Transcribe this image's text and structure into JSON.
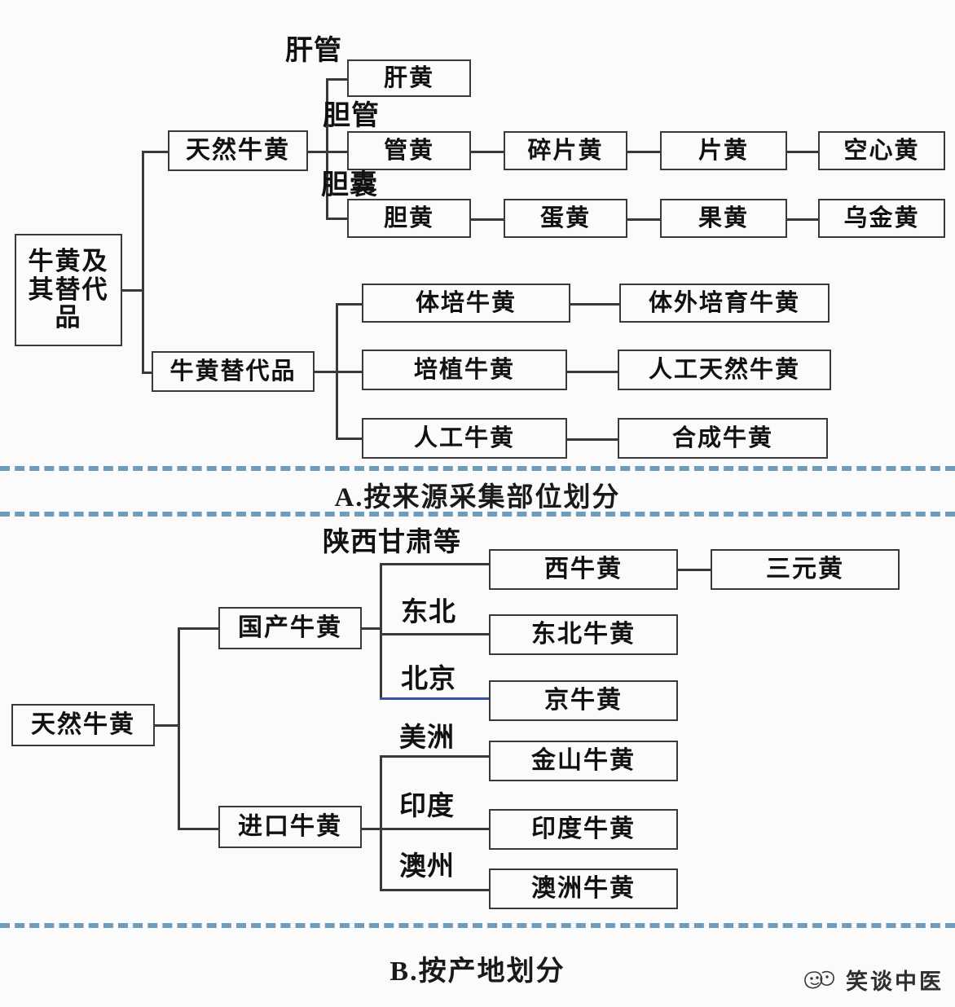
{
  "page": {
    "background_color": "#fbfbfb",
    "line_color": "#3a3a3c",
    "divider_color": "#6e9cbd",
    "accent_blue": "#3b4fa0"
  },
  "section_a": {
    "caption": "A.按来源采集部位划分",
    "root": {
      "label": "牛黄及\n其替代\n品"
    },
    "level1": [
      {
        "label": "天然牛黄"
      },
      {
        "label": "牛黄替代品"
      }
    ],
    "natural_branch_labels": [
      {
        "label": "肝管"
      },
      {
        "label": "胆管"
      },
      {
        "label": "胆囊"
      }
    ],
    "natural_rows": [
      {
        "level2": "肝黄",
        "chain": []
      },
      {
        "level2": "管黄",
        "chain": [
          "碎片黄",
          "片黄",
          "空心黄"
        ]
      },
      {
        "level2": "胆黄",
        "chain": [
          "蛋黄",
          "果黄",
          "乌金黄"
        ]
      }
    ],
    "substitute_rows": [
      {
        "level2": "体培牛黄",
        "level3": "体外培育牛黄"
      },
      {
        "level2": "培植牛黄",
        "level3": "人工天然牛黄"
      },
      {
        "level2": "人工牛黄",
        "level3": "合成牛黄"
      }
    ]
  },
  "section_b": {
    "caption": "B.按产地划分",
    "root": {
      "label": "天然牛黄"
    },
    "level1": [
      {
        "label": "国产牛黄"
      },
      {
        "label": "进口牛黄"
      }
    ],
    "domestic_rows": [
      {
        "origin": "陕西甘肃等",
        "level2": "西牛黄",
        "level3": "三元黄"
      },
      {
        "origin": "东北",
        "level2": "东北牛黄",
        "level3": null
      },
      {
        "origin": "北京",
        "level2": "京牛黄",
        "level3": null
      }
    ],
    "import_rows": [
      {
        "origin": "美洲",
        "level2": "金山牛黄"
      },
      {
        "origin": "印度",
        "level2": "印度牛黄"
      },
      {
        "origin": "澳州",
        "level2": "澳洲牛黄"
      }
    ]
  },
  "watermark": {
    "text": "笑谈中医",
    "icon": "smiley-face-logo"
  }
}
